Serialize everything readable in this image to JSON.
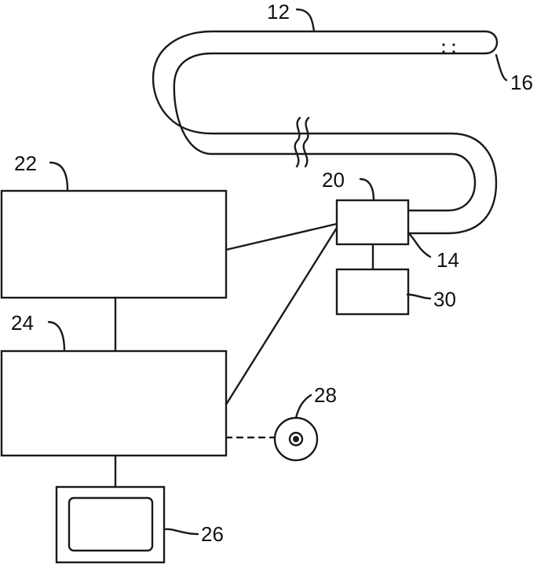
{
  "figure": {
    "reference_numerals": {
      "tube": "12",
      "proximal_end": "14",
      "distal_end": "16",
      "connector_box": "20",
      "upper_unit": "22",
      "lower_unit": "24",
      "monitor": "26",
      "pedal": "28",
      "small_box": "30"
    }
  },
  "colors": {
    "line": "#1a1a1a",
    "background": "#ffffff"
  }
}
